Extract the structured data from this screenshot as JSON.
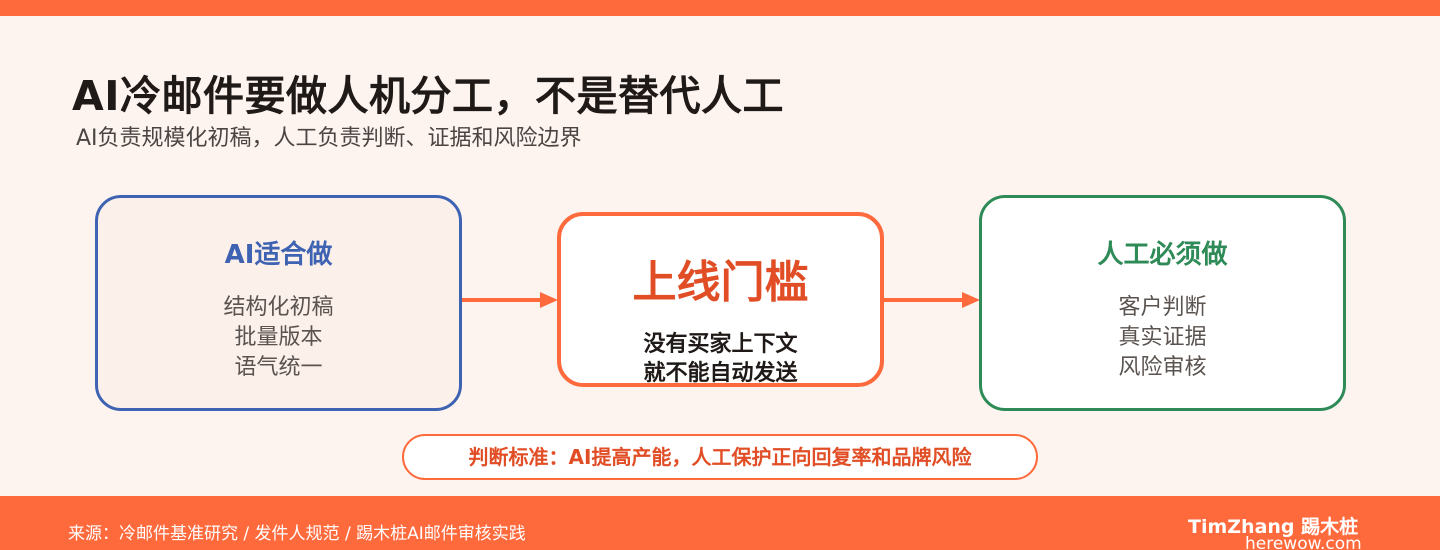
{
  "header": {
    "title": "AI冷邮件要做人机分工，不是替代人工",
    "subtitle": "AI负责规模化初稿，人工负责判断、证据和风险边界"
  },
  "left_box": {
    "heading": "AI适合做",
    "items": [
      "结构化初稿",
      "批量版本",
      "语气统一"
    ],
    "color": "#3E63B2"
  },
  "center_box": {
    "heading": "上线门槛",
    "note": [
      "没有买家上下文",
      "就不能自动发送"
    ],
    "color": "#FF6A3D"
  },
  "right_box": {
    "heading": "人工必须做",
    "items": [
      "客户判断",
      "真实证据",
      "风险审核"
    ],
    "color": "#2E8B57"
  },
  "criteria": {
    "text": "判断标准：AI提高产能，人工保护正向回复率和品牌风险"
  },
  "footer": {
    "source": "来源：冷邮件基准研究 / 发件人规范 / 踢木桩AI邮件审核实践",
    "brand": "TimZhang 踢木桩",
    "url": "herewow.com"
  },
  "colors": {
    "accent": "#FF6A3D",
    "background": "#FDF4F0"
  }
}
